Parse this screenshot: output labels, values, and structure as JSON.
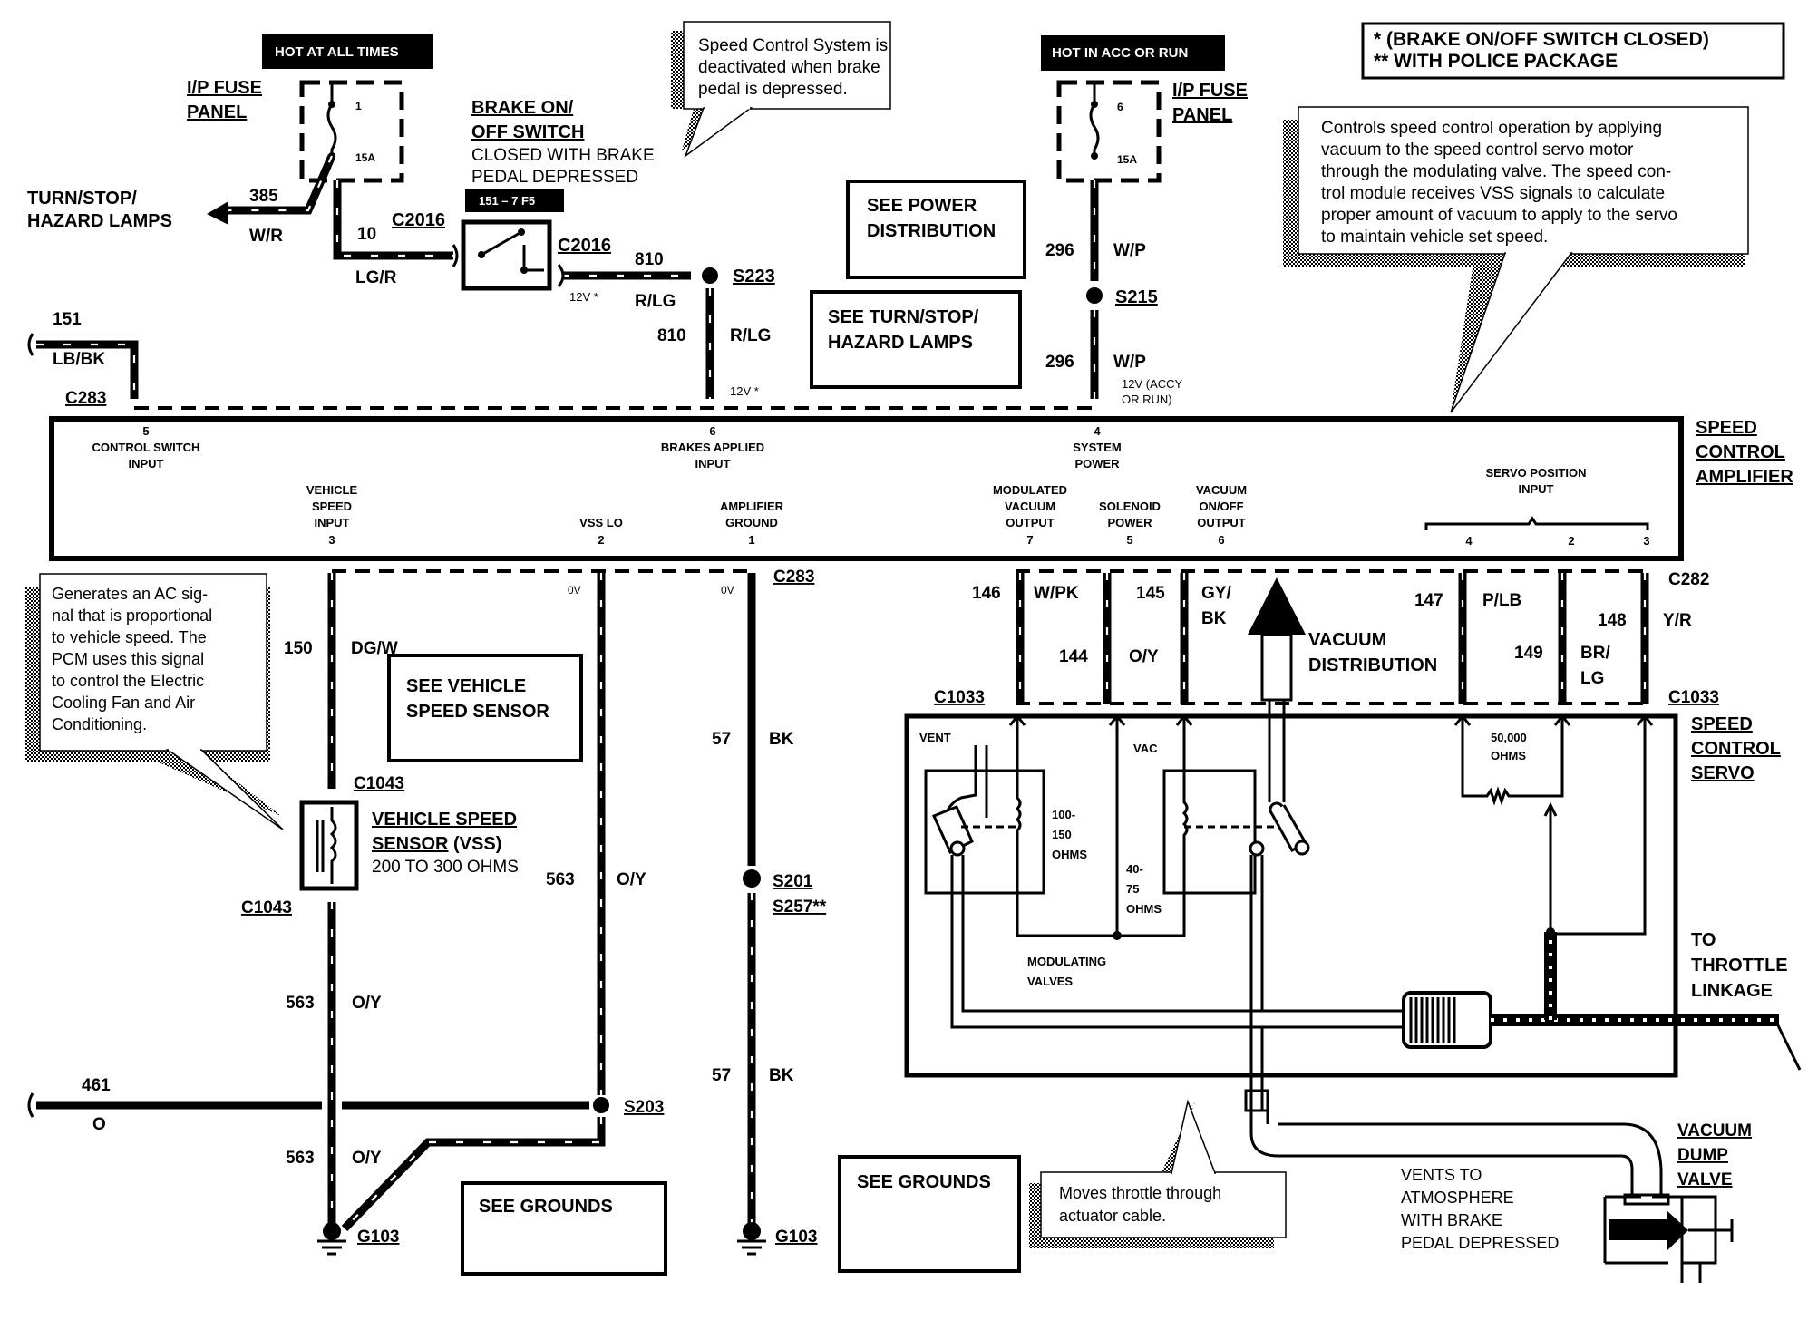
{
  "title": "Speed Control Wiring Diagram",
  "notes_box": {
    "line1": "*  (BRAKE ON/OFF  SWITCH CLOSED)",
    "line2": "** WITH POLICE PACKAGE"
  },
  "power_tags": {
    "hot_all_times": "HOT AT ALL TIMES",
    "hot_acc_run": "HOT IN ACC OR RUN"
  },
  "fuse_left": {
    "label1": "I/P FUSE",
    "label2": "PANEL",
    "number": "1",
    "rating": "15A"
  },
  "fuse_right": {
    "label1": "I/P FUSE",
    "label2": "PANEL",
    "number": "6",
    "rating": "15A"
  },
  "turn_stop": {
    "label1": "TURN/STOP/",
    "label2": "HAZARD LAMPS",
    "circuit": "385",
    "color": "W/R"
  },
  "wire_10": {
    "circuit": "10",
    "color": "LG/R",
    "connector": "C2016"
  },
  "brake_switch": {
    "title1": "BRAKE ON/",
    "title2": "OFF SWITCH",
    "desc1": "CLOSED WITH BRAKE",
    "desc2": "PEDAL DEPRESSED",
    "ref": "151 – 7 F5",
    "connector": "C2016",
    "voltage": "12V *"
  },
  "callouts": {
    "brake": [
      "Speed Control System is",
      "deactivated when brake",
      "pedal is depressed."
    ],
    "amplifier": [
      "Controls speed control operation by applying",
      "vacuum  to  the  speed  control  servo  motor",
      "through the  modulating valve.  The speed con-",
      "trol module receives VSS signals to calculate",
      "proper amount of vacuum to apply to the servo",
      "to maintain vehicle set speed."
    ],
    "vss": [
      "Generates an AC sig-",
      "nal that is proportional",
      "to vehicle speed.  The",
      "PCM uses this signal",
      "to control the Electric",
      "Cooling Fan and Air",
      "Conditioning."
    ],
    "throttle": [
      "Moves  throttle  through",
      "actuator cable."
    ]
  },
  "wire_810": {
    "circuit": "810",
    "color": "R/LG",
    "splice": "S223",
    "voltage": "12V *"
  },
  "wire_151": {
    "circuit": "151",
    "color": "LB/BK",
    "connector": "C283"
  },
  "see_boxes": {
    "power": [
      "SEE POWER",
      "DISTRIBUTION"
    ],
    "turn": [
      "SEE TURN/STOP/",
      "HAZARD LAMPS"
    ],
    "vss": [
      "SEE VEHICLE",
      "SPEED SENSOR"
    ],
    "grounds_left": [
      "SEE GROUNDS"
    ],
    "grounds_right": [
      "SEE GROUNDS"
    ]
  },
  "wire_296": {
    "circuit": "296",
    "color": "W/P",
    "splice": "S215",
    "voltage1": "12V (ACCY",
    "voltage2": "OR RUN)"
  },
  "amplifier": {
    "label": [
      "SPEED",
      "CONTROL",
      "AMPLIFIER"
    ],
    "pins_top": [
      {
        "pin": "5",
        "name1": "CONTROL SWITCH",
        "name2": "INPUT"
      },
      {
        "pin": "6",
        "name1": "BRAKES APPLIED",
        "name2": "INPUT"
      },
      {
        "pin": "4",
        "name1": "SYSTEM",
        "name2": "POWER"
      }
    ],
    "pins_bottom": [
      {
        "pin": "3",
        "lines": [
          "VEHICLE",
          "SPEED",
          "INPUT"
        ]
      },
      {
        "pin": "2",
        "lines": [
          "VSS LO"
        ]
      },
      {
        "pin": "1",
        "lines": [
          "AMPLIFIER",
          "GROUND"
        ]
      },
      {
        "pin": "7",
        "lines": [
          "MODULATED",
          "VACUUM",
          "OUTPUT"
        ]
      },
      {
        "pin": "5",
        "lines": [
          "SOLENOID",
          "POWER"
        ]
      },
      {
        "pin": "6",
        "lines": [
          "VACUUM",
          "ON/OFF",
          "OUTPUT"
        ]
      }
    ],
    "servo_input": {
      "title1": "SERVO POSITION",
      "title2": "INPUT",
      "pins": [
        "4",
        "2",
        "3"
      ]
    }
  },
  "lower_left": {
    "c283": "C283",
    "zero_v": "0V",
    "wire_150": {
      "circuit": "150",
      "color": "DG/W"
    },
    "c1043": "C1043",
    "vss": {
      "title1": "VEHICLE SPEED",
      "title2": "SENSOR",
      "title2b": " (VSS)",
      "ohms": "200 TO 300 OHMS"
    },
    "wire_563": {
      "circuit": "563",
      "color": "O/Y"
    },
    "wire_461": {
      "circuit": "461",
      "color": "O"
    },
    "s203": "S203",
    "g103": "G103",
    "wire_57": {
      "circuit": "57",
      "color": "BK"
    },
    "s201": "S201",
    "s257": "S257**"
  },
  "servo_wires": [
    {
      "circuit": "146",
      "color": "W/PK"
    },
    {
      "circuit": "144",
      "color": "O/Y"
    },
    {
      "circuit": "145",
      "color": "GY/ BK"
    },
    {
      "circuit": "147",
      "color": "P/LB"
    },
    {
      "circuit": "149",
      "color": "BR/ LG"
    },
    {
      "circuit": "148",
      "color": "Y/R"
    }
  ],
  "servo": {
    "label": [
      "SPEED",
      "CONTROL",
      "SERVO"
    ],
    "c282": "C282",
    "c1033": "C1033",
    "vacuum_dist": [
      "VACUUM",
      "DISTRIBUTION"
    ],
    "vent": "VENT",
    "vac": "VAC",
    "ohms_a": [
      "100-",
      "150",
      "OHMS"
    ],
    "ohms_b": [
      "40-",
      "75",
      "OHMS"
    ],
    "mod_valves": [
      "MODULATING",
      "VALVES"
    ],
    "pot": [
      "50,000",
      "OHMS"
    ],
    "throttle": [
      "TO",
      "THROTTLE",
      "LINKAGE"
    ]
  },
  "dump_valve": {
    "label": [
      "VACUUM",
      "DUMP",
      "VALVE"
    ],
    "vents": [
      "VENTS TO",
      "ATMOSPHERE",
      "WITH BRAKE",
      "PEDAL DEPRESSED"
    ]
  }
}
